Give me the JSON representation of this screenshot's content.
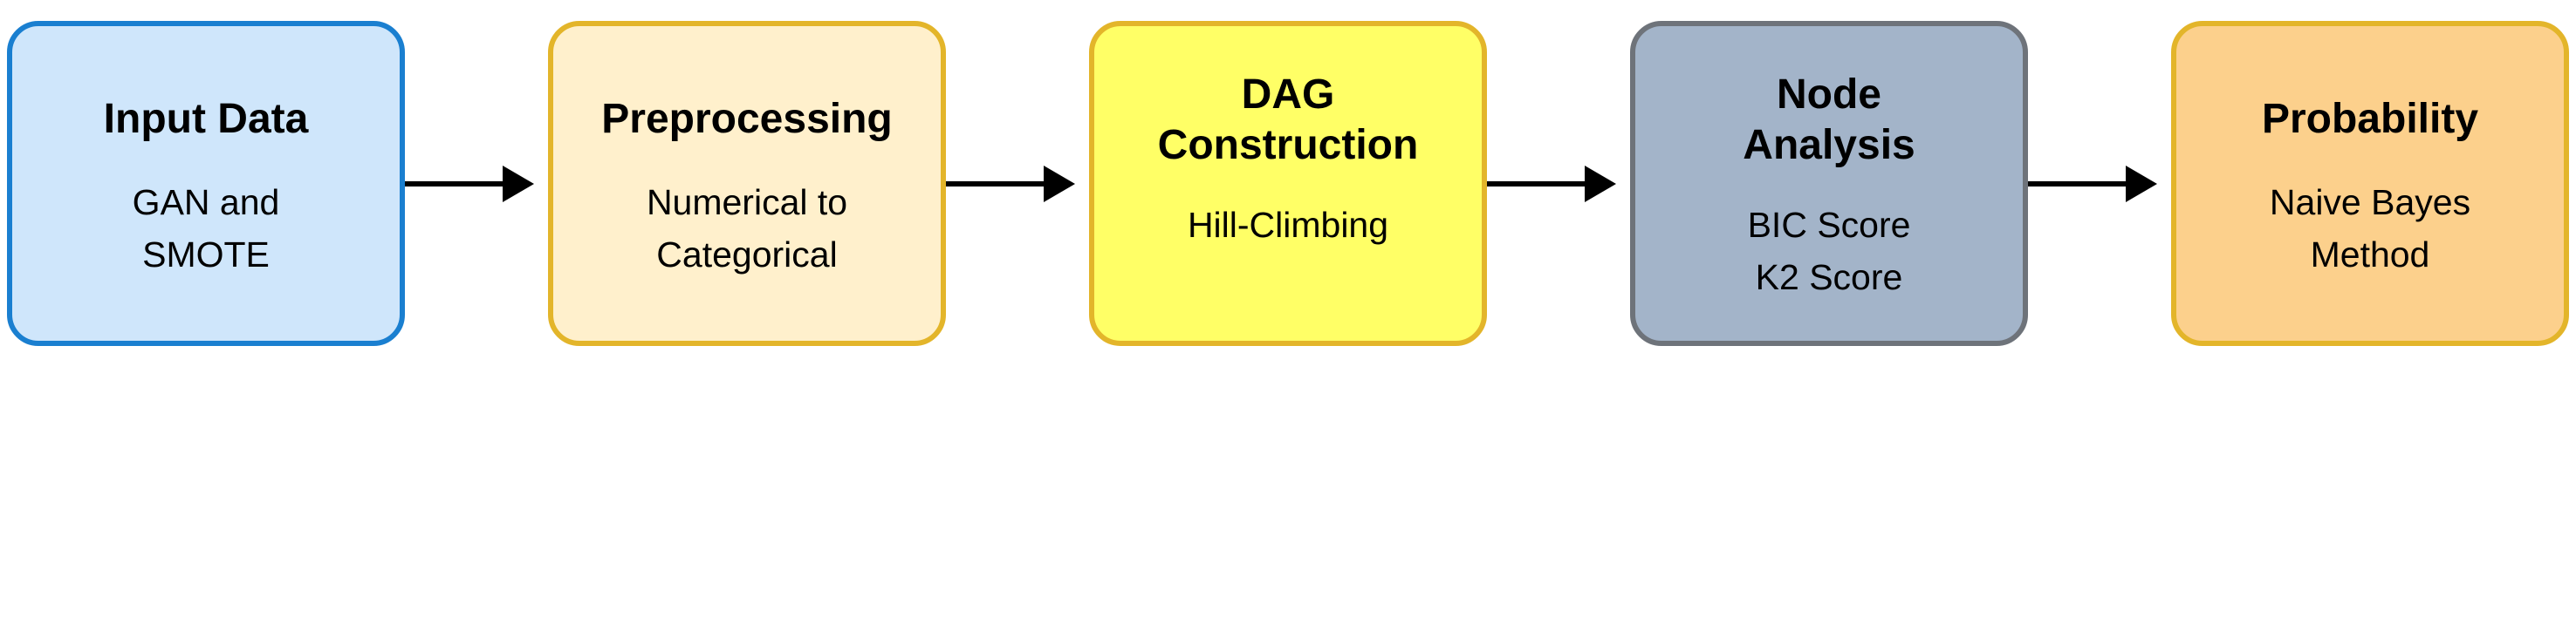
{
  "colors": {
    "arrow": "#000000",
    "text": "#000000"
  },
  "steps": [
    {
      "title": "Input Data",
      "text": "GAN and\nSMOTE",
      "fill": "#cfe6fb",
      "border": "#1a7fd0"
    },
    {
      "title": "Preprocessing",
      "text": "Numerical to\nCategorical",
      "fill": "#fff0cc",
      "border": "#e3b52a"
    },
    {
      "title": "DAG\nConstruction",
      "text": "Hill-Climbing",
      "fill": "#ffff66",
      "border": "#e3b52a"
    },
    {
      "title": "Node\nAnalysis",
      "text": "BIC Score\nK2 Score",
      "fill": "#a3b4c9",
      "border": "#6e737a"
    },
    {
      "title": "Probability",
      "text": "Naive Bayes\nMethod",
      "fill": "#fcd08c",
      "border": "#e3b52a"
    }
  ]
}
